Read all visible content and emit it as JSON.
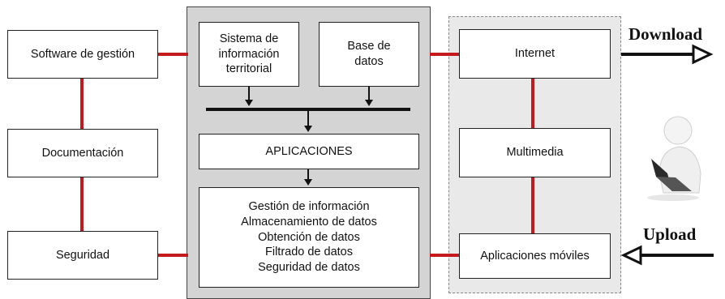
{
  "colors": {
    "connector": "#c41a1e",
    "line": "#111111",
    "panel_center": "#d4d4d4",
    "panel_right": "#e9e9e9"
  },
  "left": {
    "software": "Software de gestión",
    "documentacion": "Documentación",
    "seguridad": "Seguridad"
  },
  "center": {
    "sistema": [
      "Sistema de",
      "información",
      "territorial"
    ],
    "base": [
      "Base de",
      "datos"
    ],
    "aplicaciones": "APLICACIONES",
    "funciones": [
      "Gestión de información",
      "Almacenamiento de datos",
      "Obtención de datos",
      "Filtrado de datos",
      "Seguridad de datos"
    ]
  },
  "right": {
    "internet": "Internet",
    "multimedia": "Multimedia",
    "moviles": "Aplicaciones móviles"
  },
  "captions": {
    "download": "Download",
    "upload": "Upload"
  },
  "icons": {
    "user": "user-at-laptop-icon"
  }
}
